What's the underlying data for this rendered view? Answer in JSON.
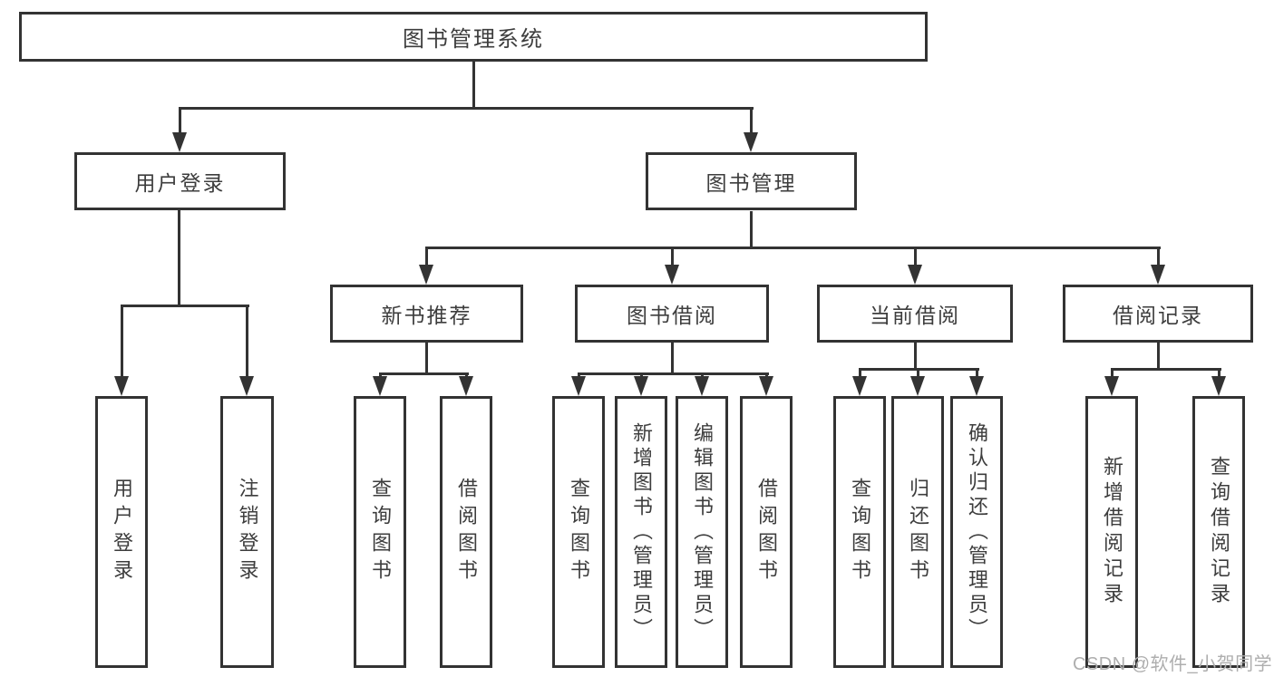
{
  "diagram": {
    "type": "hierarchy-tree",
    "title": "图书管理系统",
    "watermark": "CSDN @软件_小贺同学",
    "colors": {
      "line": "#333333",
      "text": "#3d3d3d",
      "background": "#ffffff",
      "watermark": "#aeaeae"
    }
  },
  "nodes": {
    "root": {
      "label": "图书管理系统"
    },
    "user_login": {
      "label": "用户登录"
    },
    "book_mgmt": {
      "label": "图书管理"
    },
    "new_book_rec": {
      "label": "新书推荐"
    },
    "book_borrow": {
      "label": "图书借阅"
    },
    "current_borrow": {
      "label": "当前借阅"
    },
    "borrow_record": {
      "label": "借阅记录"
    },
    "leaf_login": {
      "label": "用户登录"
    },
    "leaf_logout": {
      "label": "注销登录"
    },
    "nb_query": {
      "label": "查询图书"
    },
    "nb_borrow": {
      "label": "借阅图书"
    },
    "bb_query": {
      "label": "查询图书"
    },
    "bb_add": {
      "label": "新增图书（管理员）"
    },
    "bb_edit": {
      "label": "编辑图书（管理员）"
    },
    "bb_borrow": {
      "label": "借阅图书"
    },
    "cb_query": {
      "label": "查询图书"
    },
    "cb_return": {
      "label": "归还图书"
    },
    "cb_confirm": {
      "label": "确认归还（管理员）"
    },
    "br_add": {
      "label": "新增借阅记录"
    },
    "br_query": {
      "label": "查询借阅记录"
    }
  },
  "structure": {
    "root": [
      "user_login",
      "book_mgmt"
    ],
    "user_login": [
      "leaf_login",
      "leaf_logout"
    ],
    "book_mgmt": [
      "new_book_rec",
      "book_borrow",
      "current_borrow",
      "borrow_record"
    ],
    "new_book_rec": [
      "nb_query",
      "nb_borrow"
    ],
    "book_borrow": [
      "bb_query",
      "bb_add",
      "bb_edit",
      "bb_borrow"
    ],
    "current_borrow": [
      "cb_query",
      "cb_return",
      "cb_confirm"
    ],
    "borrow_record": [
      "br_add",
      "br_query"
    ]
  }
}
